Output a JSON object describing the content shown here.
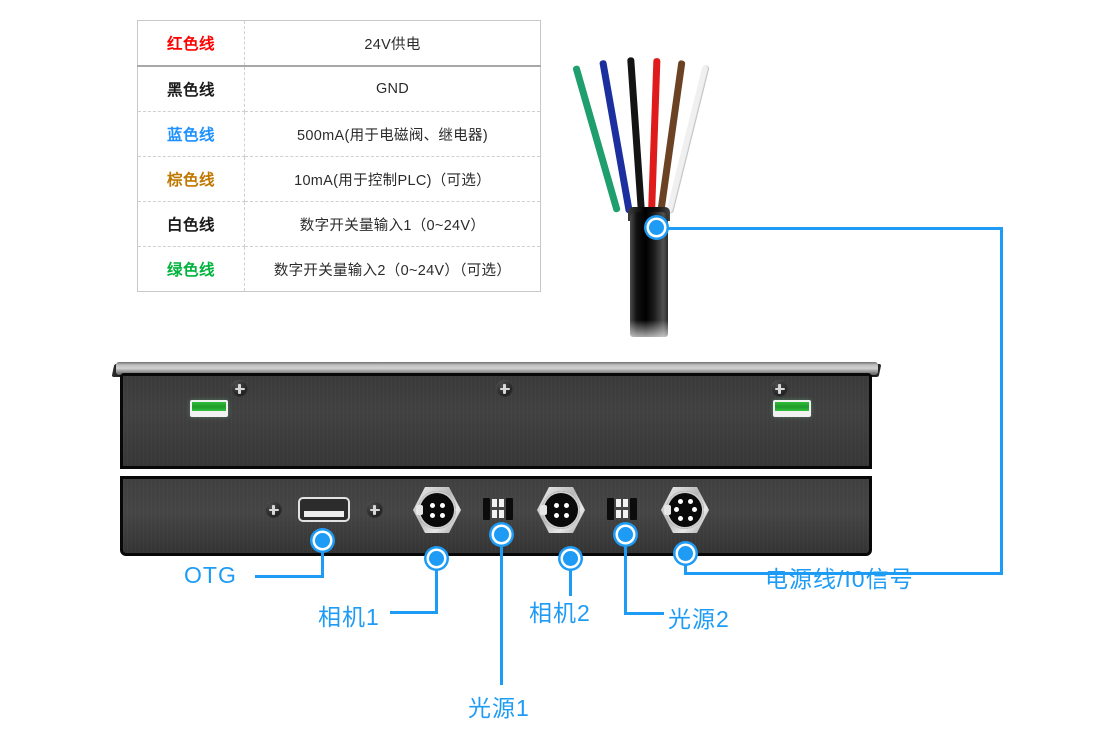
{
  "wire_table": {
    "rows": [
      {
        "name": "红色线",
        "color": "#ff0000",
        "desc": "24V供电"
      },
      {
        "name": "黑色线",
        "color": "#1a1a1a",
        "desc": "GND"
      },
      {
        "name": "蓝色线",
        "color": "#1e90ff",
        "desc": "500mA(用于电磁阀、继电器)"
      },
      {
        "name": "棕色线",
        "color": "#c07800",
        "desc": "10mA(用于控制PLC)（可选）"
      },
      {
        "name": "白色线",
        "color": "#1a1a1a",
        "desc": "数字开关量输入1（0~24V）"
      },
      {
        "name": "绿色线",
        "color": "#00b33c",
        "desc": "数字开关量输入2（0~24V）（可选）"
      }
    ]
  },
  "cable": {
    "wires": [
      {
        "name": "green-wire",
        "color": "#1f9e6e"
      },
      {
        "name": "blue-wire",
        "color": "#1b2f9e"
      },
      {
        "name": "black-wire",
        "color": "#111111"
      },
      {
        "name": "red-wire",
        "color": "#e01b1b"
      },
      {
        "name": "brown-wire",
        "color": "#6b4324"
      },
      {
        "name": "white-wire",
        "color": "#f2f2f2"
      }
    ]
  },
  "callouts": {
    "otg": "OTG",
    "camera1": "相机1",
    "camera2": "相机2",
    "light1": "光源1",
    "light2": "光源2",
    "power_io": "电源线/I0信号"
  },
  "accent_color": "#1e9cf5"
}
